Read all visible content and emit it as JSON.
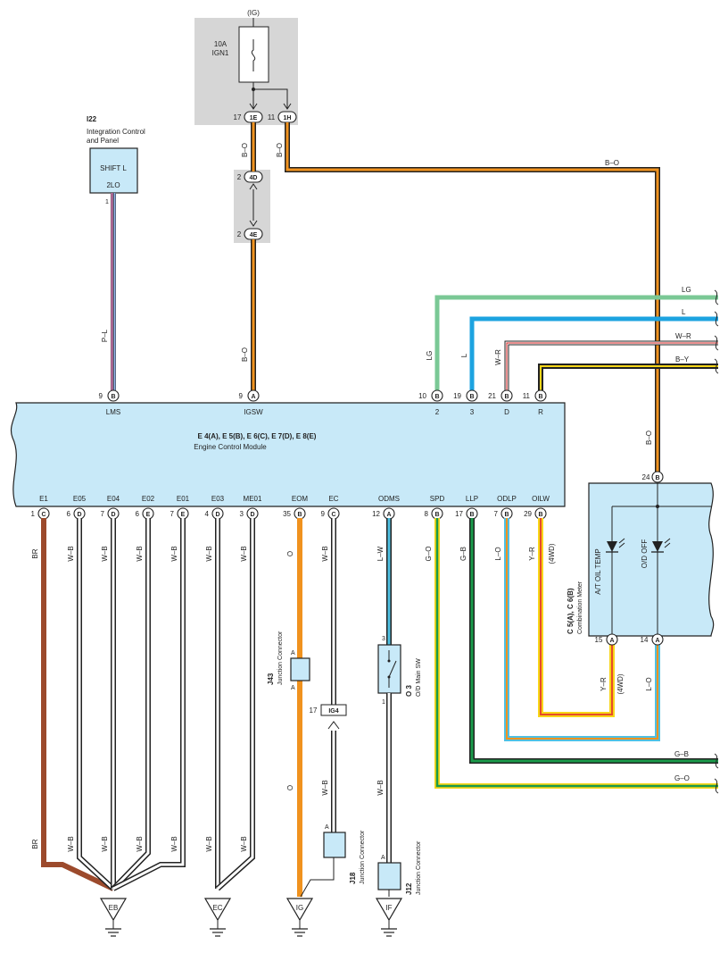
{
  "supply": {
    "source": "(IG)",
    "fuse_rating": "10A",
    "fuse_name": "IGN1",
    "pin_1e_num": "17",
    "pin_1e": "1E",
    "pin_1h_num": "11",
    "pin_1h": "1H",
    "pin_4d_num": "2",
    "pin_4d": "4D",
    "pin_4e_num": "2",
    "pin_4e": "4E"
  },
  "integration_panel": {
    "code": "I22",
    "name_line1": "Integration Control",
    "name_line2": "and Panel",
    "label1": "SHIFT L",
    "label2": "2LO",
    "pin": "1"
  },
  "ecm": {
    "title": "E 4(A), E 5(B), E 6(C), E 7(D), E 8(E)",
    "subtitle": "Engine Control Module",
    "top_pins": [
      {
        "num": "9",
        "letter": "B",
        "name": "LMS"
      },
      {
        "num": "9",
        "letter": "A",
        "name": "IGSW"
      },
      {
        "num": "10",
        "letter": "B",
        "name": "2"
      },
      {
        "num": "19",
        "letter": "B",
        "name": "3"
      },
      {
        "num": "21",
        "letter": "B",
        "name": "D"
      },
      {
        "num": "11",
        "letter": "B",
        "name": "R"
      }
    ],
    "bottom_pins": [
      {
        "num": "1",
        "letter": "C",
        "name": "E1"
      },
      {
        "num": "6",
        "letter": "D",
        "name": "E05"
      },
      {
        "num": "7",
        "letter": "D",
        "name": "E04"
      },
      {
        "num": "6",
        "letter": "E",
        "name": "E02"
      },
      {
        "num": "7",
        "letter": "E",
        "name": "E01"
      },
      {
        "num": "4",
        "letter": "D",
        "name": "E03"
      },
      {
        "num": "3",
        "letter": "D",
        "name": "ME01"
      },
      {
        "num": "35",
        "letter": "B",
        "name": "EOM"
      },
      {
        "num": "9",
        "letter": "C",
        "name": "EC"
      },
      {
        "num": "12",
        "letter": "A",
        "name": "ODMS"
      },
      {
        "num": "8",
        "letter": "B",
        "name": "SPD"
      },
      {
        "num": "17",
        "letter": "B",
        "name": "LLP"
      },
      {
        "num": "7",
        "letter": "B",
        "name": "ODLP"
      },
      {
        "num": "29",
        "letter": "B",
        "name": "OILW"
      }
    ]
  },
  "wire_labels": {
    "b_o": "B–O",
    "p_l": "P–L",
    "lg": "LG",
    "l": "L",
    "w_r": "W–R",
    "b_y": "B–Y",
    "br": "BR",
    "w_b": "W–B",
    "o": "O",
    "l_w": "L–W",
    "g_o": "G–O",
    "g_b": "G–B",
    "l_o": "L–O",
    "y_r": "Y–R",
    "wd4": "(4WD)"
  },
  "combination_meter": {
    "code": "C 5(A), C 6(B)",
    "name": "Combination Meter",
    "pin_top_num": "24",
    "pin_top": "B",
    "lamp1": "A/T OIL TEMP",
    "lamp2": "O/D OFF",
    "pin_a_num": "15",
    "pin_a": "A",
    "pin_b_num": "14",
    "pin_b": "A"
  },
  "j43": {
    "code": "J43",
    "name": "Junction Connector",
    "pin_top": "A",
    "pin_bottom": "A"
  },
  "ig4": {
    "num": "17",
    "name": "IG4"
  },
  "j18": {
    "code": "J18",
    "name": "Junction Connector",
    "pin": "A"
  },
  "o3": {
    "code": "O 3",
    "name": "O/D Main SW",
    "pin_top": "3",
    "pin_bottom": "1"
  },
  "j12": {
    "code": "J12",
    "name": "Junction Connector",
    "pin": "A"
  },
  "grounds": [
    "EB",
    "EC",
    "IG",
    "IF"
  ]
}
